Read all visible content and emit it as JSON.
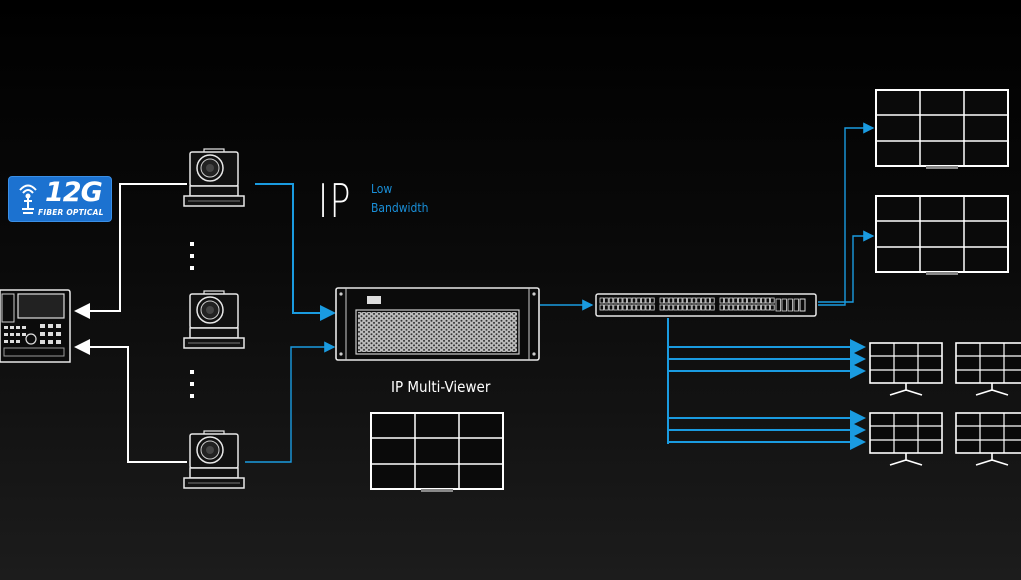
{
  "badge": {
    "main": "12G",
    "sub": "FIBER OPTICAL"
  },
  "ip_label": "IP",
  "bandwidth_lines": [
    "Low",
    "Bandwidth"
  ],
  "multiviewer_label": "IP Multi-Viewer",
  "icons": [
    "ptz-camera-icon",
    "video-switcher-icon",
    "multiviewer-rack-icon",
    "network-switch-icon",
    "video-wall-icon",
    "monitor-icon",
    "fiber-optic-icon"
  ],
  "colors": {
    "background": "#000000",
    "line_white": "#ffffff",
    "line_blue": "#1a9be0",
    "badge": "#1c72d0"
  }
}
